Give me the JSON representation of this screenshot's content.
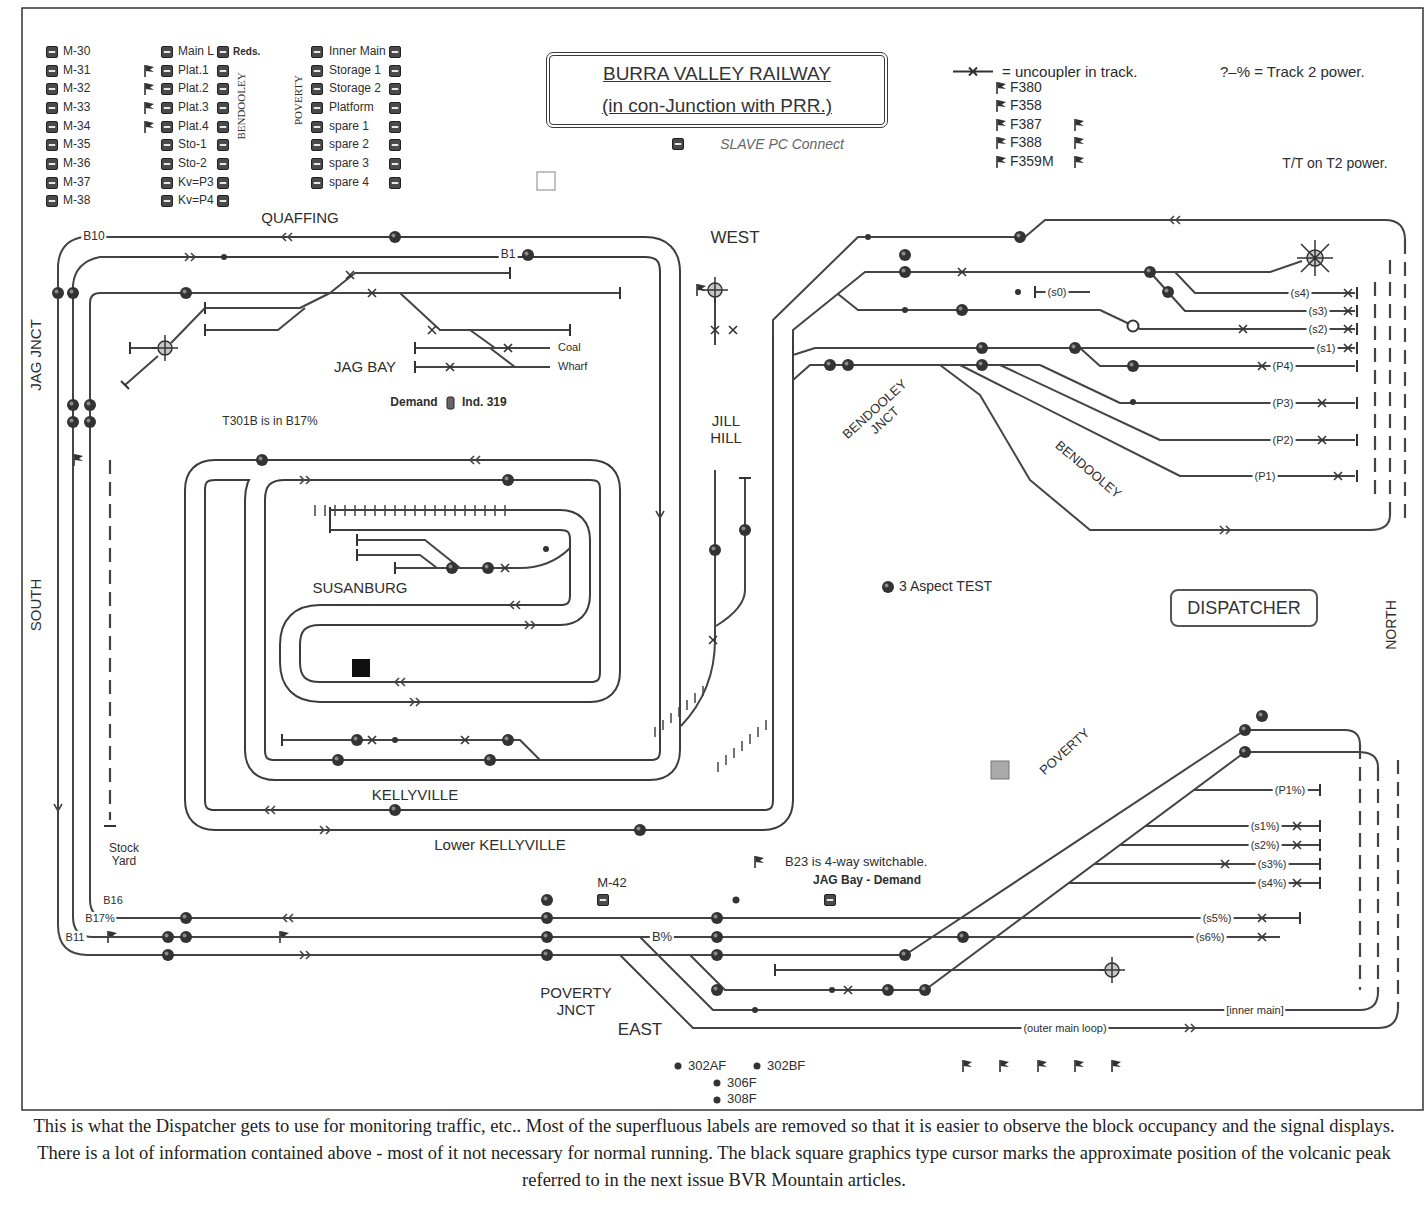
{
  "diagram": {
    "caption": "This is what the Dispatcher gets to use for monitoring traffic, etc.. Most of the superfluous labels are removed so that it is easier to observe the block occupancy and the signal displays. There is a lot of information contained above - most of it not necessary for normal running. The black square graphics type cursor marks the approximate position of the volcanic peak referred to in the next issue BVR Mountain articles.",
    "nodes": [
      {
        "text": [
          "BURRA VALLEY RAILWAY",
          "(in con-Junction with PRR.)"
        ]
      },
      {
        "text": [
          "DISPATCHER"
        ]
      }
    ],
    "labels": [
      "M-30",
      "M-31",
      "M-32",
      "M-33",
      "M-34",
      "M-35",
      "M-36",
      "M-37",
      "M-38",
      "Main L",
      "Reds.",
      "Plat.1",
      "Plat.2",
      "Plat.3",
      "Plat.4",
      "Sto-1",
      "Sto-2",
      "Kv=P3",
      "Kv=P4",
      "BENDOOLEY",
      "Inner Main",
      "Storage 1",
      "Storage 2",
      "Platform",
      "spare 1",
      "spare 2",
      "spare 3",
      "spare 4",
      "POVERTY",
      "SLAVE PC Connect",
      "?–% = Track 2 power.",
      "F380",
      "F358",
      "F387",
      "F388",
      "F359M",
      "T/T on T2 power.",
      "QUAFFING",
      "B10",
      "B1",
      "WEST",
      "JAG JNCT",
      "JAG BAY",
      "Coal",
      "Wharf",
      "Demand",
      "Ind. 319",
      "T301B is in B17%",
      "JILL HILL",
      "SUSANBURG",
      "KELLYVILLE",
      "Lower KELLYVILLE",
      "SOUTH",
      "Stock Yard",
      "B16",
      "B17%",
      "B11",
      "M-42",
      "B23 is 4-way switchable.",
      "JAG Bay - Demand",
      "B%",
      "POVERTY JNCT",
      "EAST",
      "302AF",
      "302BF",
      "306F",
      "308F",
      "3 Aspect TEST",
      "BENDOOLEY JNCT",
      "BENDOOLEY",
      "NORTH",
      "POVERTY",
      "(s0)",
      "(s4)",
      "(s3)",
      "(s2)",
      "(s1)",
      "(P4)",
      "(P3)",
      "(P2)",
      "(P1)",
      "(P1%)",
      "(s1%)",
      "(s2%)",
      "(s3%)",
      "(s4%)",
      "(s5%)",
      "(s6%)",
      "[inner main]",
      "(outer main loop)"
    ],
    "legend": [
      {
        "text": "= uncoupler in track."
      }
    ]
  }
}
